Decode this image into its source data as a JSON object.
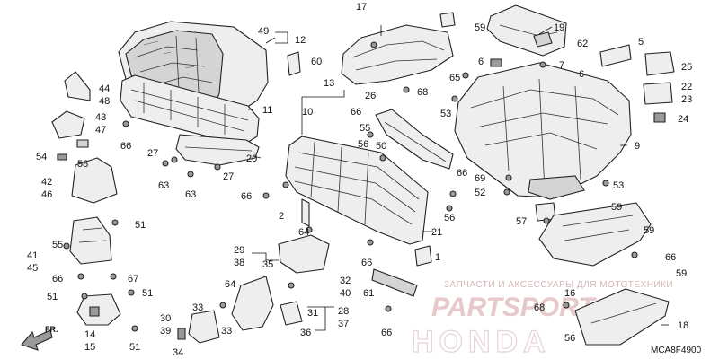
{
  "callouts": {
    "c1": "1",
    "c2": "2",
    "c5": "5",
    "c6": "6",
    "c7": "7",
    "c9": "9",
    "c10": "10",
    "c11": "11",
    "c12": "12",
    "c13": "13",
    "c14": "14",
    "c15": "15",
    "c16": "16",
    "c17": "17",
    "c18": "18",
    "c19": "19",
    "c20": "20",
    "c21": "21",
    "c22": "22",
    "c23": "23",
    "c24": "24",
    "c25": "25",
    "c26": "26",
    "c27a": "27",
    "c27b": "27",
    "c28": "28",
    "c29": "29",
    "c30": "30",
    "c31": "31",
    "c32": "32",
    "c33": "33",
    "c34": "34",
    "c35": "35",
    "c36": "36",
    "c37": "37",
    "c38": "38",
    "c39": "39",
    "c40": "40",
    "c41": "41",
    "c42": "42",
    "c43": "43",
    "c44": "44",
    "c45": "45",
    "c46": "46",
    "c47": "47",
    "c48": "48",
    "c49": "49",
    "c50": "50",
    "c51a": "51",
    "c51b": "51",
    "c51c": "51",
    "c51d": "51",
    "c52": "52",
    "c53a": "53",
    "c53b": "53",
    "c54": "54",
    "c55a": "55",
    "c55b": "55",
    "c56a": "56",
    "c56b": "56",
    "c57": "57",
    "c58": "58",
    "c59a": "59",
    "c59b": "59",
    "c59c": "59",
    "c59d": "59",
    "c60": "60",
    "c61": "61",
    "c62": "62",
    "c63a": "63",
    "c63b": "63",
    "c64a": "64",
    "c64b": "64",
    "c65": "65",
    "c66a": "66",
    "c66b": "66",
    "c66c": "66",
    "c66d": "66",
    "c66e": "66",
    "c66f": "66",
    "c66g": "66",
    "c66h": "66",
    "c66i": "66",
    "c67": "67",
    "c68a": "68",
    "c68b": "68",
    "c69": "69"
  },
  "direction_label": "FR.",
  "diagram_code": "MCA8F4900",
  "watermark": {
    "text": "ЗАПЧАСТИ И АКСЕССУАРЫ ДЛЯ МОТОТЕХНИКИ",
    "brand": "PARTSPORT.RU",
    "logo": "HONDA"
  }
}
